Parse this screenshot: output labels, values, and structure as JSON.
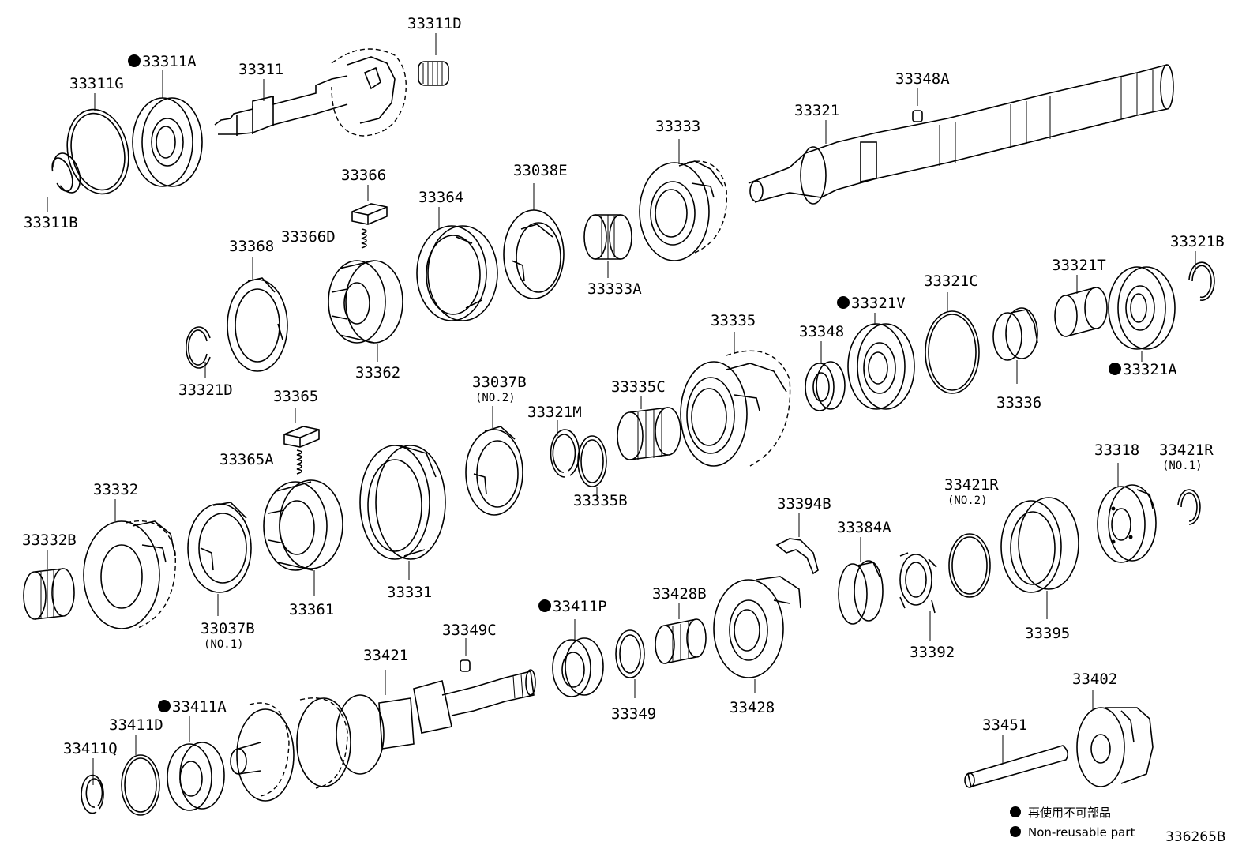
{
  "diagram": {
    "reference_code": "336265B",
    "legend": {
      "marker_meaning_ja": "再使用不可部品",
      "marker_meaning_en": "Non-reusable part"
    },
    "parts": {
      "p33311D": "33311D",
      "p33311A": "33311A",
      "p33311": "33311",
      "p33311G": "33311G",
      "p33311B": "33311B",
      "p33348A": "33348A",
      "p33321": "33321",
      "p33333": "33333",
      "p33366": "33366",
      "p33038E": "33038E",
      "p33364": "33364",
      "p33366D": "33366D",
      "p33368": "33368",
      "p33333A": "33333A",
      "p33321B": "33321B",
      "p33321T": "33321T",
      "p33321C": "33321C",
      "p33321V": "33321V",
      "p33335": "33335",
      "p33348": "33348",
      "p33362": "33362",
      "p33321D": "33321D",
      "p33321A": "33321A",
      "p33336": "33336",
      "p33365": "33365",
      "p33037B_2": "33037B",
      "p33037B_2_sub": "(NO.2)",
      "p33335C": "33335C",
      "p33321M": "33321M",
      "p33365A": "33365A",
      "p33318": "33318",
      "p33421R_1": "33421R",
      "p33421R_1_sub": "(NO.1)",
      "p33332": "33332",
      "p33394B": "33394B",
      "p33421R_2": "33421R",
      "p33421R_2_sub": "(NO.2)",
      "p33335B": "33335B",
      "p33332B": "33332B",
      "p33384A": "33384A",
      "p33331": "33331",
      "p33361": "33361",
      "p33037B_1": "33037B",
      "p33037B_1_sub": "(NO.1)",
      "p33411P": "33411P",
      "p33428B": "33428B",
      "p33392": "33392",
      "p33395": "33395",
      "p33349C": "33349C",
      "p33421": "33421",
      "p33411A": "33411A",
      "p33411D": "33411D",
      "p33411Q": "33411Q",
      "p33349": "33349",
      "p33428": "33428",
      "p33402": "33402",
      "p33451": "33451"
    }
  }
}
